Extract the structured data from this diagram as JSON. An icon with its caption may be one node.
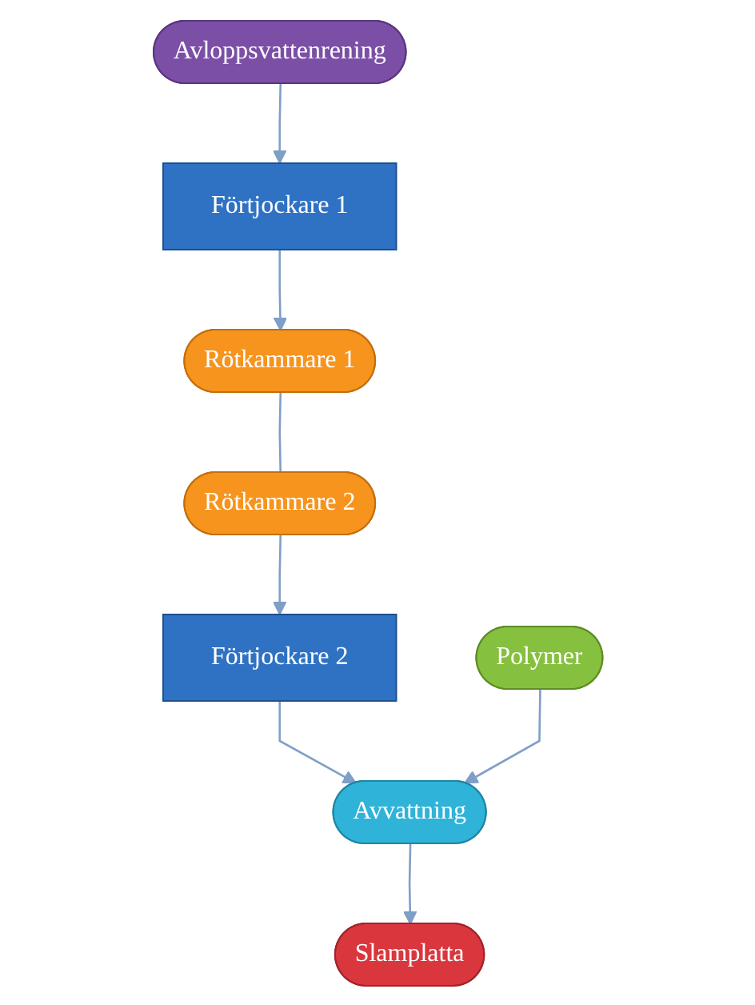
{
  "diagram": {
    "nodes": [
      {
        "text": [
          "Avloppsvattenrening"
        ]
      },
      {
        "text": [
          "Förtjockare 1"
        ]
      },
      {
        "text": [
          "Rötkammare 1"
        ]
      },
      {
        "text": [
          "Rötkammare 2"
        ]
      },
      {
        "text": [
          "Förtjockare 2"
        ]
      },
      {
        "text": [
          "Polymer"
        ]
      },
      {
        "text": [
          "Avvattning"
        ]
      },
      {
        "text": [
          "Slamplatta"
        ]
      }
    ],
    "edges": [
      {
        "from": 0,
        "to": 1,
        "arrow": "to"
      },
      {
        "from": 1,
        "to": 2,
        "arrow": "to"
      },
      {
        "from": 2,
        "to": 3,
        "arrow": "none"
      },
      {
        "from": 3,
        "to": 4,
        "arrow": "to"
      },
      {
        "from": 4,
        "to": 6,
        "arrow": "to"
      },
      {
        "from": 5,
        "to": 6,
        "arrow": "to"
      },
      {
        "from": 6,
        "to": 7,
        "arrow": "to"
      }
    ]
  }
}
